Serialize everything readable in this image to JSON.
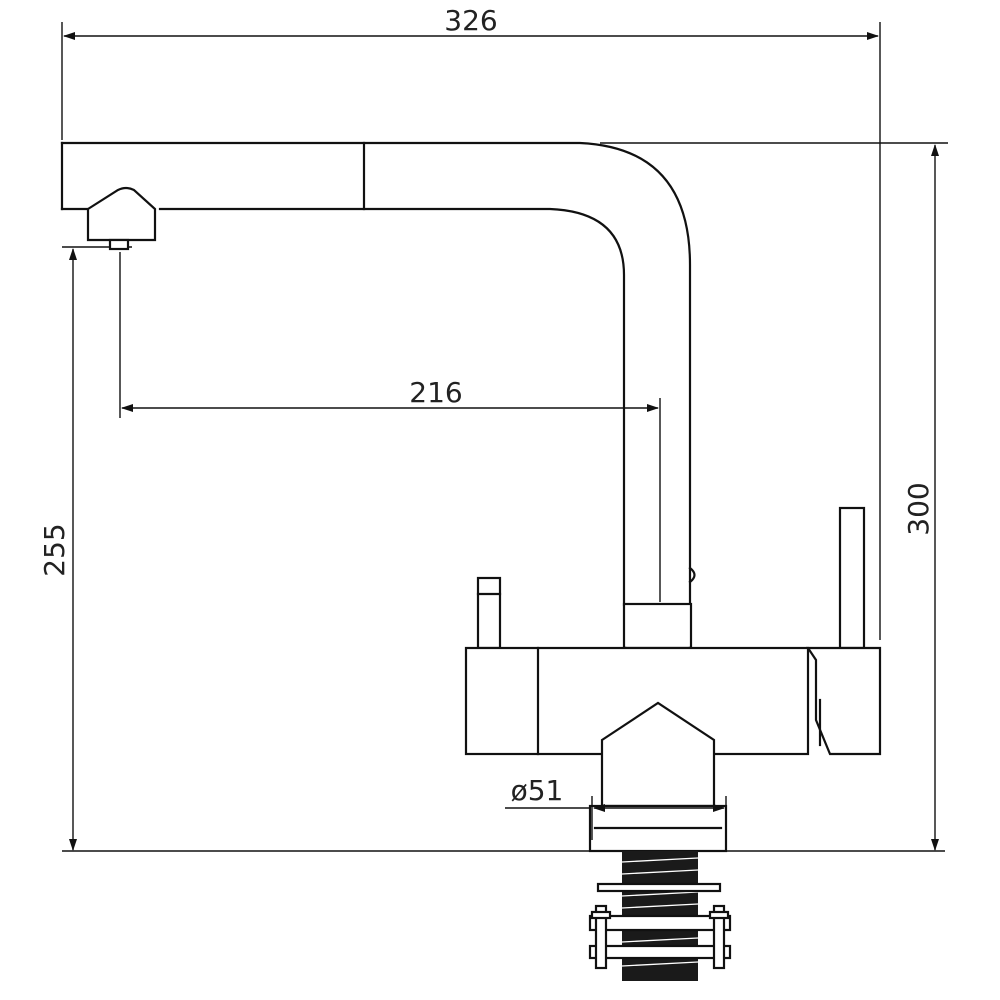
{
  "drawing": {
    "subject": "faucet-side-elevation",
    "dimensions": {
      "overall_width": "326",
      "spout_reach": "216",
      "outlet_height": "255",
      "overall_height": "300",
      "base_diameter": "ø51"
    },
    "colors": {
      "line": "#111111",
      "background": "#ffffff",
      "thread": "#1a1a1a"
    }
  }
}
